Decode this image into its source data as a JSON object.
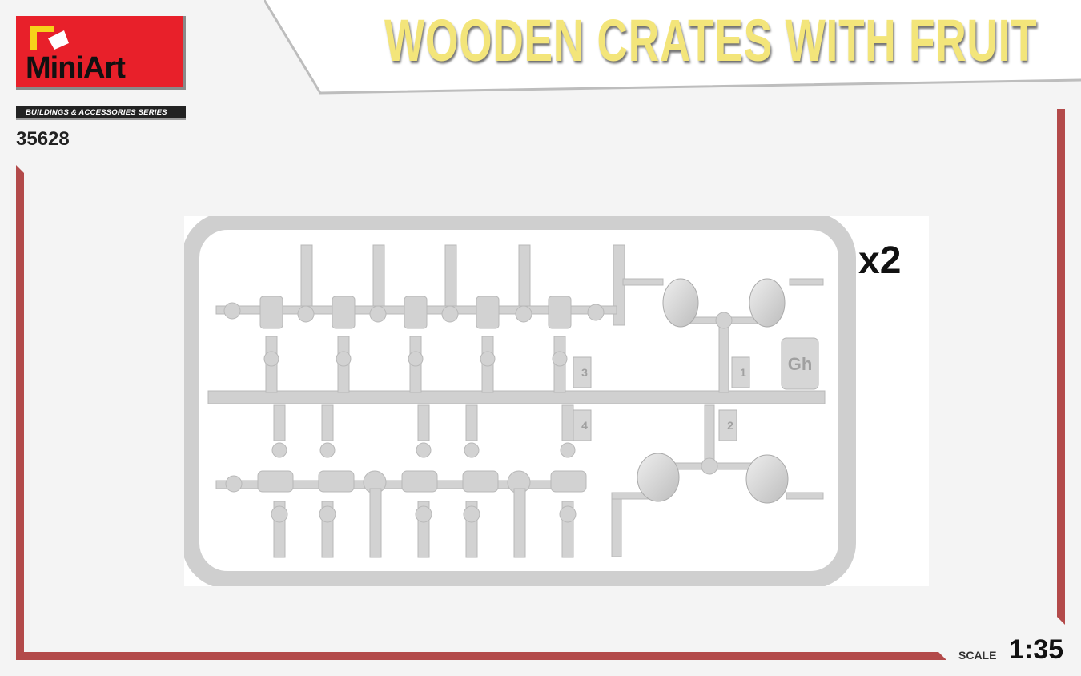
{
  "brand": {
    "name": "MiniArt",
    "series": "BUILDINGS & ACCESSORIES SERIES",
    "kit_number": "35628",
    "colors": {
      "logo_red": "#e8202a",
      "frame_red": "#b34a4a",
      "title_yellow": "#f3e57a"
    }
  },
  "title": "WOODEN CRATES WITH FRUIT",
  "sprue": {
    "quantity": "x2",
    "letter": "Gh",
    "part_numbers": [
      "1",
      "2",
      "3",
      "4"
    ]
  },
  "scale": {
    "label": "SCALE",
    "value": "1:35"
  }
}
